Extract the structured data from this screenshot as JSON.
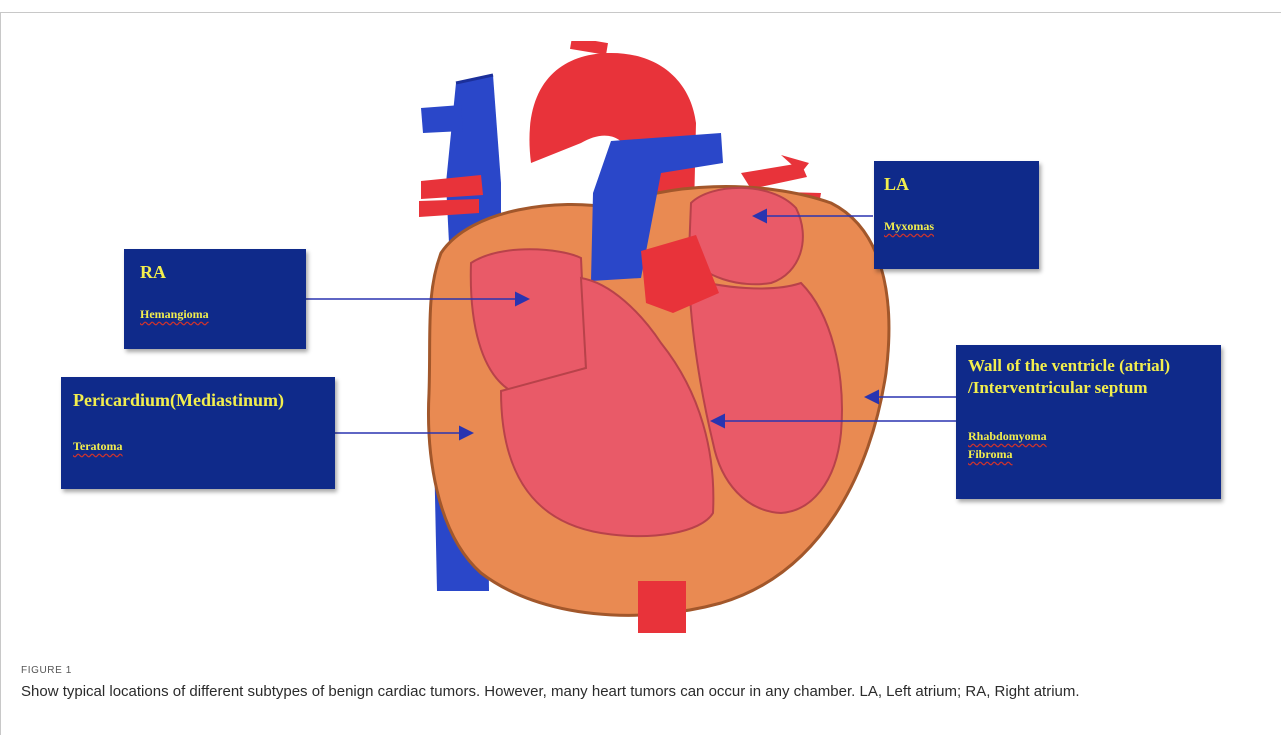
{
  "figure": {
    "label": "FIGURE 1",
    "caption": "Show typical locations of different subtypes of benign cardiac tumors. However, many heart tumors can occur in any chamber. LA, Left atrium; RA, Right atrium."
  },
  "callouts": {
    "la": {
      "heading": "LA",
      "items": [
        "Myxomas"
      ]
    },
    "ra": {
      "heading": "RA",
      "items": [
        "Hemangioma"
      ]
    },
    "pericardium": {
      "heading": "Pericardium(Mediastinum)",
      "items": [
        "Teratoma"
      ]
    },
    "wall": {
      "heading_line1": "Wall of the ventricle (atrial)",
      "heading_line2": "/Interventricular septum",
      "items": [
        "Rhabdomyoma",
        "Fibroma"
      ]
    }
  },
  "colors": {
    "callout_bg": "#0f2a8a",
    "callout_text": "#f2ee4e",
    "vessel_blue": "#2a47c9",
    "artery_red": "#e8333a",
    "myocardium": "#e98a52",
    "chamber": "#e95a68",
    "arrow": "#2a34b0"
  }
}
